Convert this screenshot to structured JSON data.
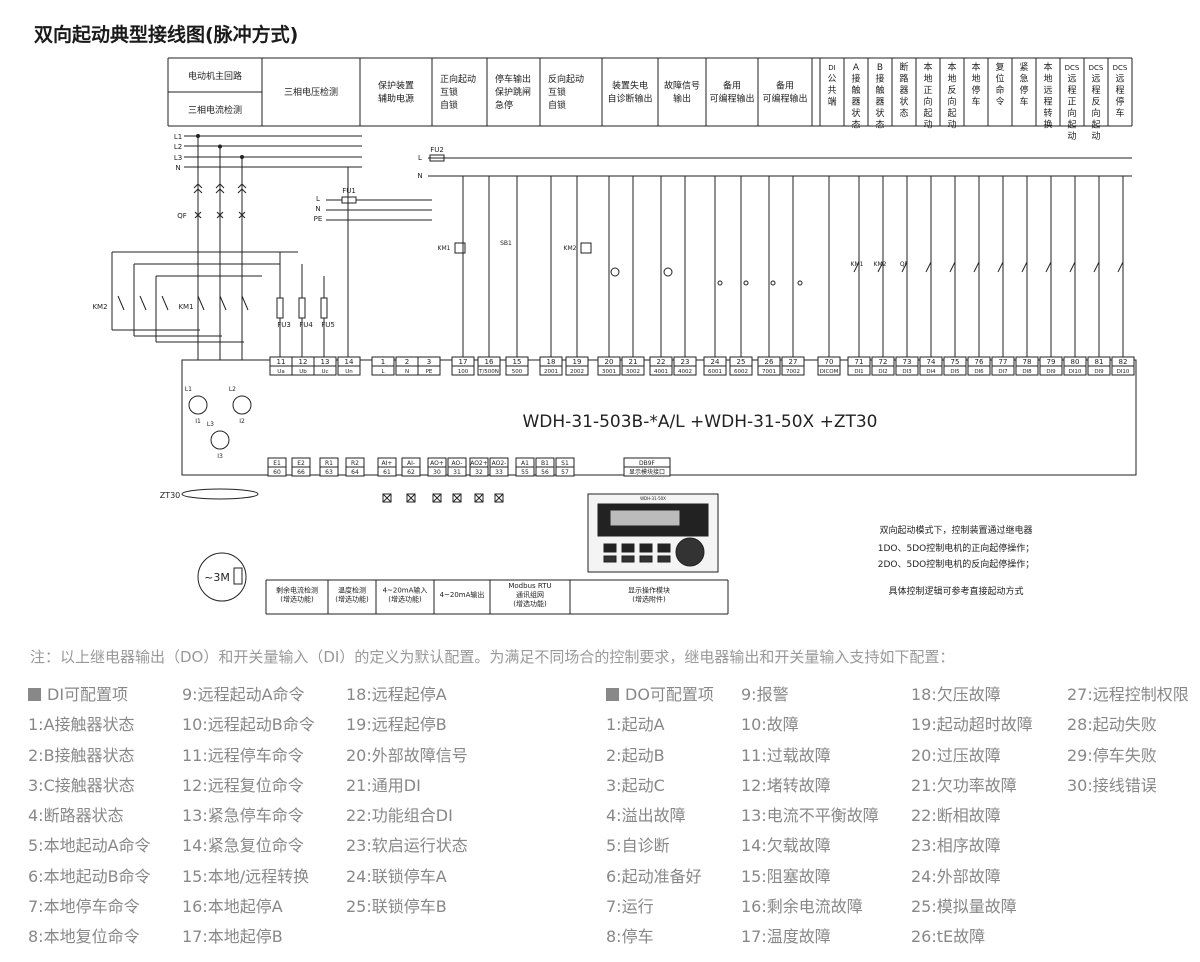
{
  "title": "双向起动典型接线图(脉冲方式)",
  "header_groups": [
    {
      "lines": [
        "电动机主回路"
      ]
    },
    {
      "lines": [
        "三相电流检测"
      ]
    },
    {
      "lines": [
        "三相电压检测"
      ]
    },
    {
      "lines": [
        "保护装置",
        "辅助电源"
      ]
    },
    {
      "lines": [
        "正向起动",
        "互锁",
        "自锁"
      ]
    },
    {
      "lines": [
        "停车输出",
        "保护跳闸",
        "急停"
      ]
    },
    {
      "lines": [
        "反向起动",
        "互锁",
        "自锁"
      ]
    },
    {
      "lines": [
        "装置失电",
        "自诊断输出"
      ]
    },
    {
      "lines": [
        "故障信号",
        "输出"
      ]
    },
    {
      "lines": [
        "备用",
        "可编程输出"
      ]
    },
    {
      "lines": [
        "备用",
        "可编程输出"
      ]
    }
  ],
  "di_headers": [
    {
      "chars": [
        "DI",
        "公",
        "共",
        "端"
      ]
    },
    {
      "chars": [
        "A",
        "接",
        "触",
        "器",
        "状",
        "态"
      ]
    },
    {
      "chars": [
        "B",
        "接",
        "触",
        "器",
        "状",
        "态"
      ]
    },
    {
      "chars": [
        "断",
        "路",
        "器",
        "状",
        "态"
      ]
    },
    {
      "chars": [
        "本",
        "地",
        "正",
        "向",
        "起",
        "动"
      ]
    },
    {
      "chars": [
        "本",
        "地",
        "反",
        "向",
        "起",
        "动"
      ]
    },
    {
      "chars": [
        "本",
        "地",
        "停",
        "车"
      ]
    },
    {
      "chars": [
        "复",
        "位",
        "命",
        "令"
      ]
    },
    {
      "chars": [
        "紧",
        "急",
        "停",
        "车"
      ]
    },
    {
      "chars": [
        "本",
        "地",
        "远",
        "程",
        "转",
        "换"
      ]
    },
    {
      "chars": [
        "DCS",
        "远",
        "程",
        "正",
        "向",
        "起",
        "动"
      ]
    },
    {
      "chars": [
        "DCS",
        "远",
        "程",
        "反",
        "向",
        "起",
        "动"
      ]
    },
    {
      "chars": [
        "DCS",
        "远",
        "程",
        "停",
        "车"
      ]
    }
  ],
  "bus_labels": {
    "main": [
      "L1",
      "L2",
      "L3",
      "N"
    ],
    "aux": [
      "L",
      "N",
      "PE"
    ],
    "ctrl": [
      "L",
      "N"
    ],
    "fuse_main": "FU1",
    "fuse_ctrl": "FU2",
    "qf": "QF",
    "km1": "KM1",
    "km2": "KM2",
    "sb1": "SB1",
    "fu3": "FU3",
    "fu4": "FU4",
    "fu5": "FU5",
    "zt30": "ZT30",
    "motor": "~3M",
    "ct": [
      "L1",
      "L2",
      "L3"
    ],
    "ct_sub": [
      "I1",
      "I2",
      "I3"
    ]
  },
  "top_terminals": [
    {
      "num": "11",
      "name": "Ua"
    },
    {
      "num": "12",
      "name": "Ub"
    },
    {
      "num": "13",
      "name": "Uc"
    },
    {
      "num": "14",
      "name": "Un"
    },
    {
      "num": "1",
      "name": "L"
    },
    {
      "num": "2",
      "name": "N"
    },
    {
      "num": "3",
      "name": "PE"
    },
    {
      "num": "17",
      "name": "100"
    },
    {
      "num": "16",
      "name": "T/500N"
    },
    {
      "num": "15",
      "name": "500"
    },
    {
      "num": "18",
      "name": "2001"
    },
    {
      "num": "19",
      "name": "2002"
    },
    {
      "num": "20",
      "name": "3001"
    },
    {
      "num": "21",
      "name": "3002"
    },
    {
      "num": "22",
      "name": "4001"
    },
    {
      "num": "23",
      "name": "4002"
    },
    {
      "num": "24",
      "name": "6001"
    },
    {
      "num": "25",
      "name": "6002"
    },
    {
      "num": "26",
      "name": "7001"
    },
    {
      "num": "27",
      "name": "7002"
    },
    {
      "num": "70",
      "name": "DICOM"
    },
    {
      "num": "71",
      "name": "DI1"
    },
    {
      "num": "72",
      "name": "DI2"
    },
    {
      "num": "73",
      "name": "DI3"
    },
    {
      "num": "74",
      "name": "DI4"
    },
    {
      "num": "75",
      "name": "DI5"
    },
    {
      "num": "76",
      "name": "DI6"
    },
    {
      "num": "77",
      "name": "DI7"
    },
    {
      "num": "78",
      "name": "DI8"
    },
    {
      "num": "79",
      "name": "DI9"
    },
    {
      "num": "80",
      "name": "DI10"
    },
    {
      "num": "81",
      "name": "DI9"
    },
    {
      "num": "82",
      "name": "DI10"
    }
  ],
  "bottom_terminals": [
    {
      "num": "E1",
      "name": "60"
    },
    {
      "num": "E2",
      "name": "66"
    },
    {
      "num": "R1",
      "name": "63"
    },
    {
      "num": "R2",
      "name": "64"
    },
    {
      "num": "AI+",
      "name": "61"
    },
    {
      "num": "AI-",
      "name": "62"
    },
    {
      "num": "AO+",
      "name": "30"
    },
    {
      "num": "AO-",
      "name": "31"
    },
    {
      "num": "AO2+",
      "name": "32"
    },
    {
      "num": "AO2-",
      "name": "33"
    },
    {
      "num": "A1",
      "name": "55"
    },
    {
      "num": "B1",
      "name": "56"
    },
    {
      "num": "S1",
      "name": "57"
    },
    {
      "num": "DB9F",
      "name": "显示模块接口"
    }
  ],
  "device_model": "WDH-31-503B-*A/L +WDH-31-50X +ZT30",
  "display_label": "WDH-31-50X",
  "bottom_table": [
    {
      "lines": [
        "剩余电流检测",
        "(增选功能)"
      ]
    },
    {
      "lines": [
        "温度检测",
        "(增选功能)"
      ]
    },
    {
      "lines": [
        "4~20mA输入",
        "(增选功能)"
      ]
    },
    {
      "lines": [
        "4~20mA输出"
      ]
    },
    {
      "lines": [
        "Modbus  RTU",
        "通讯组网",
        "(增选功能)"
      ]
    },
    {
      "lines": [
        "显示操作模块",
        "(增选附件)"
      ]
    }
  ],
  "side_notes": [
    "双向起动模式下，控制装置通过继电器",
    "1DO、5DO控制电机的正向起停操作；",
    "2DO、5DO控制电机的反向起停操作；",
    "具体控制逻辑可参考直接起动方式"
  ],
  "note": "注：以上继电器输出（DO）和开关量输入（DI）的定义为默认配置。为满足不同场合的控制要求，继电器输出和开关量输入支持如下配置：",
  "di_config": {
    "header": "DI可配置项",
    "col1": [
      "1:A接触器状态",
      "2:B接触器状态",
      "3:C接触器状态",
      "4:断路器状态",
      "5:本地起动A命令",
      "6:本地起动B命令",
      "7:本地停车命令",
      "8:本地复位命令"
    ],
    "col2": [
      "9:远程起动A命令",
      "10:远程起动B命令",
      "11:远程停车命令",
      "12:远程复位命令",
      "13:紧急停车命令",
      "14:紧急复位命令",
      "15:本地/远程转换",
      "16:本地起停A",
      "17:本地起停B"
    ],
    "col3": [
      "18:远程起停A",
      "19:远程起停B",
      "20:外部故障信号",
      "21:通用DI",
      "22:功能组合DI",
      "23:软启运行状态",
      "24:联锁停车A",
      "25:联锁停车B"
    ]
  },
  "do_config": {
    "header": "DO可配置项",
    "col1": [
      "1:起动A",
      "2:起动B",
      "3:起动C",
      "4:溢出故障",
      "5:自诊断",
      "6:起动准备好",
      "7:运行",
      "8:停车"
    ],
    "col2": [
      "9:报警",
      "10:故障",
      "11:过载故障",
      "12:堵转故障",
      "13:电流不平衡故障",
      "14:欠载故障",
      "15:阻塞故障",
      "16:剩余电流故障",
      "17:温度故障"
    ],
    "col3": [
      "18:欠压故障",
      "19:起动超时故障",
      "20:过压故障",
      "21:欠功率故障",
      "22:断相故障",
      "23:相序故障",
      "24:外部故障",
      "25:模拟量故障",
      "26:tE故障"
    ],
    "col4": [
      "27:远程控制权限",
      "28:起动失败",
      "29:停车失败",
      "30:接线错误"
    ]
  }
}
